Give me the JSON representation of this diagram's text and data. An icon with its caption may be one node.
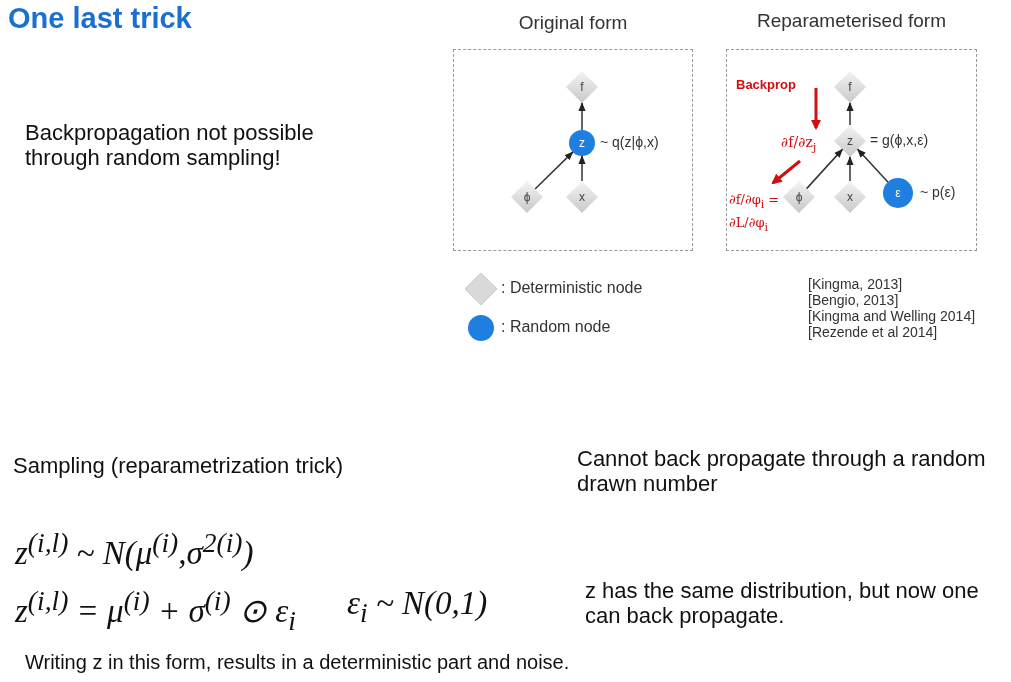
{
  "diagram": {
    "title": "One last trick",
    "nodes": [
      {
        "text": [
          "Original form"
        ]
      },
      {
        "text": [
          "f"
        ],
        "in": 0
      },
      {
        "text": [
          "z"
        ],
        "in": 0,
        "beside": [
          "~ q(z|ϕ,x)"
        ]
      },
      {
        "text": [
          "ϕ"
        ],
        "in": 0
      },
      {
        "text": [
          "x"
        ],
        "in": 0
      },
      {
        "text": [
          "Reparameterised form"
        ]
      },
      {
        "text": [
          "f"
        ],
        "in": 5
      },
      {
        "text": [
          "z"
        ],
        "in": 5,
        "beside": [
          "= g(ϕ,x,ε)"
        ]
      },
      {
        "text": [
          "ϕ"
        ],
        "in": 5
      },
      {
        "text": [
          "x"
        ],
        "in": 5
      },
      {
        "text": [
          "ε"
        ],
        "in": 5,
        "beside": [
          "~ p(ε)"
        ]
      }
    ],
    "edges": [
      {
        "from": 2,
        "to": 1,
        "arrow": "to"
      },
      {
        "from": 3,
        "to": 2,
        "arrow": "to"
      },
      {
        "from": 4,
        "to": 2,
        "arrow": "to"
      },
      {
        "from": 7,
        "to": 6,
        "arrow": "to"
      },
      {
        "from": 8,
        "to": 7,
        "arrow": "to"
      },
      {
        "from": 9,
        "to": 7,
        "arrow": "to"
      },
      {
        "from": 10,
        "to": 7,
        "arrow": "to"
      }
    ],
    "labels": [
      "Backpropagation not possible through random sampling!",
      "Backprop",
      "∂f/∂z$_{j}$",
      "∂f/∂φ$_{i}$ = ∂L/∂φ$_{i}$",
      "[Kingma, 2013]",
      "[Bengio, 2013]",
      "[Kingma and Welling 2014]",
      "[Rezende et al 2014]",
      "Sampling (reparametrization trick)",
      "Cannot back propagate through a random drawn number",
      "z$^{(i,l)}$ ~ N(μ$^{(i)}$,σ$^{2(i)}$)",
      "z$^{(i,l)}$ = μ$^{(i)}$ + σ$^{(i)}$ ⊙ ε$_{i}$",
      "ε$_{i}$ ~ N(0,1)",
      "z has the same distribution, but now one can back propagate.",
      "Writing z in this form, results in a deterministic part and noise."
    ],
    "legend": [
      {
        "text": ": Deterministic node",
        "color": "#d9d9d9"
      },
      {
        "text": ": Random node",
        "color": "#1f7fe0"
      }
    ]
  }
}
